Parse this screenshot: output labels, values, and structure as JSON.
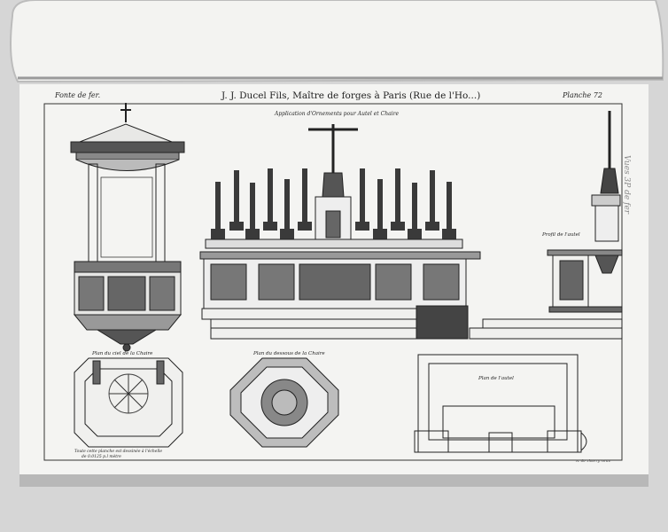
{
  "header": {
    "left": "Fonte de fer.",
    "title": "J. J. Ducel Fils, Maître de forges à Paris (Rue de l'Ho...)",
    "subtitle": "Application d'Ornements pour Autel et Chaire",
    "right": "Planche 72"
  },
  "captions": {
    "chaire_plan_ciel": "Plan du ciel de la Chaire",
    "chaire_plan_dessous": "Plan du dessous de la Chaire",
    "profil_autel": "Profil de l'autel",
    "plan_autel": "Plan de l'autel",
    "echelle_note_1": "Toute cette planche est dessinée à l'échelle",
    "echelle_note_2": "de 0.0125 p.l mètre"
  },
  "engraver": "N. de Thierry. Grav.",
  "margin_note": "Vues 3P de fer",
  "colors": {
    "paper": "#f4f4f2",
    "ink": "#1e1e1e",
    "background": "#d6d6d6"
  }
}
